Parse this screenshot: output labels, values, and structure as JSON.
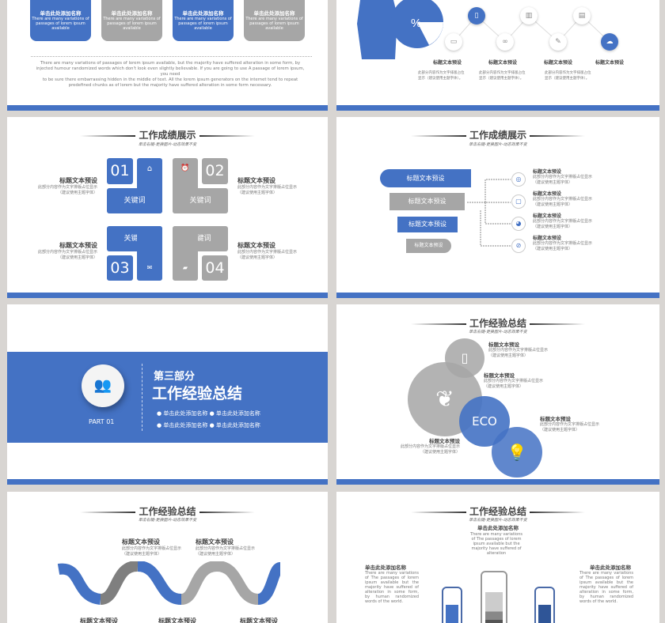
{
  "colors": {
    "accent": "#4472c4",
    "gray": "#a6a6a6",
    "background": "#d8d5d2"
  },
  "slide1": {
    "cards": [
      {
        "title": "单击此处添加名称",
        "text": "There are many variations of passages of lorem ipsum available",
        "color": "blue",
        "icon": "search-icon"
      },
      {
        "title": "单击此处添加名称",
        "text": "There are many variations of passages of lorem ipsum available",
        "color": "gray",
        "icon": "id-card-icon"
      },
      {
        "title": "单击此处添加名称",
        "text": "There are many variations of passages of lorem ipsum available",
        "color": "blue",
        "icon": "pen-nib-icon"
      },
      {
        "title": "单击此处添加名称",
        "text": "There are many variations of passages of lorem ipsum available",
        "color": "gray",
        "icon": "hands-icon"
      }
    ],
    "paragraph1": "There are many variations of passages of lorem ipsum available, but the majority have suffered alteration in some form, by injected humour randomized words which don't look even slightly believable. If you are going to use A passage of lorem ipsum, you need",
    "paragraph2": "to be sure there embarrassing hidden in the middle of text. All the lorem ipsum generators on the internet tend to repeat predefined chunks as of lorem but the majority have suffered alteration in some form  necessary."
  },
  "slide2": {
    "percent_symbol": "%",
    "labels": [
      "标题文本预设",
      "标题文本预设",
      "标题文本预设",
      "标题文本预设"
    ],
    "descs": [
      "此部分内容作为文字排版占位显示（建议使用主题字体）。",
      "此部分内容作为文字排版占位显示（建议使用主题字体）。",
      "此部分内容作为文字排版占位显示（建议使用主题字体）。"
    ],
    "top_icons": [
      "mobile-icon",
      "chart-icon",
      "film-icon"
    ],
    "bottom_icons": [
      "monitor-icon",
      "link-icon",
      "pencil-icon",
      "chat-icon"
    ]
  },
  "slide3": {
    "title": "工作成绩展示",
    "subtitle": "单击右键-更换图片-动态效果不变",
    "nums": [
      "01",
      "02",
      "03",
      "04"
    ],
    "keyword": "关键词",
    "label": "标题文本预设",
    "desc1": "此部分内容作为文字排版占位显示",
    "desc2": "（建议使用主题字体）"
  },
  "slide4": {
    "title": "工作成绩展示",
    "subtitle": "单击右键-更换图片-动态效果不变",
    "bars": [
      "标题文本预设",
      "标题文本预设",
      "标题文本预设",
      "标题文本预设"
    ],
    "items": [
      {
        "title": "标题文本预设",
        "d1": "此部分内容作为文字排版占位显示",
        "d2": "（建议使用主题字体）"
      },
      {
        "title": "标题文本预设",
        "d1": "此部分内容作为文字排版占位显示",
        "d2": "（建议使用主题字体）"
      },
      {
        "title": "标题文本预设",
        "d1": "此部分内容作为文字排版占位显示",
        "d2": "（建议使用主题字体）"
      },
      {
        "title": "标题文本预设",
        "d1": "此部分内容作为文字排版占位显示",
        "d2": "（建议使用主题字体）"
      }
    ]
  },
  "slide5": {
    "part": "PART 01",
    "section": "第三部分",
    "title": "工作经验总结",
    "bullets": [
      "● 单击此处添加名称",
      "● 单击此处添加名称",
      "● 单击此处添加名称",
      "● 单击此处添加名称"
    ]
  },
  "slide6": {
    "title": "工作经验总结",
    "subtitle": "单击右键-更换图片-动态效果不变",
    "eco": "ECO",
    "items": [
      {
        "title": "标题文本预设",
        "d1": "此部分内容作为文字排版占位显示",
        "d2": "（建议使用主题字体）"
      },
      {
        "title": "标题文本预设",
        "d1": "此部分内容作为文字排版占位显示",
        "d2": "（建议使用主题字体）"
      },
      {
        "title": "标题文本预设",
        "d1": "此部分内容作为文字排版占位显示",
        "d2": "（建议使用主题字体）"
      },
      {
        "title": "标题文本预设",
        "d1": "此部分内容作为文字排版占位显示",
        "d2": "（建议使用主题字体）"
      }
    ]
  },
  "slide7": {
    "title": "工作经验总结",
    "subtitle": "单击右键-更换图片-动态效果不变",
    "label": "标题文本预设",
    "d1": "此部分内容作为文字排版占位显示",
    "d2": "（建议使用主题字体）"
  },
  "slide8": {
    "title": "工作经验总结",
    "subtitle": "单击右键-更换图片-动态效果不变",
    "heading": "单击此处添加名称",
    "center_text": "There are many variations of  The passages of lorem ipsum available but the majority have suffered of alteration",
    "side_text": "There are many variations of The passages of lorem ipsum available but the majority have suffered of alteration in some form, by human randomized words of the world."
  }
}
